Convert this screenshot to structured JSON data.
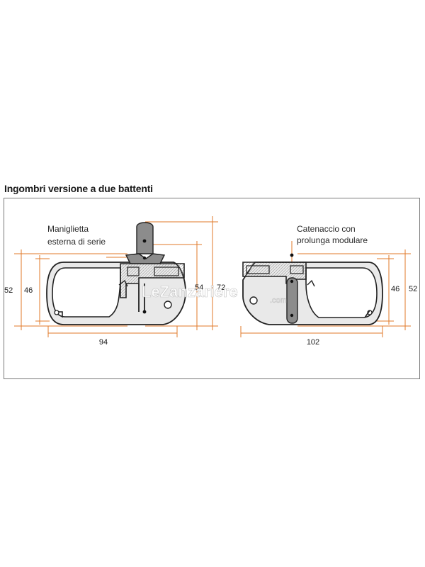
{
  "heading": "Ingombri versione a due battenti",
  "left_figure": {
    "callout_line1": "Maniglietta",
    "callout_line2": "esterna di serie",
    "dims": {
      "outer_height": "52",
      "inner_height": "46",
      "width": "94",
      "right_height_inner": "54",
      "right_height_outer": "72"
    }
  },
  "right_figure": {
    "callout_line1": "Catenaccio con",
    "callout_line2": "prolunga modulare",
    "dims": {
      "width": "102",
      "inner_height": "46",
      "outer_height": "52"
    }
  },
  "watermark": {
    "main": "LeZanzariere",
    "suffix": ".com"
  },
  "colors": {
    "dimension_line": "#e07a2a",
    "profile_fill": "#e9e9e9",
    "profile_stroke": "#222222",
    "handle": "#8c8c8c"
  }
}
